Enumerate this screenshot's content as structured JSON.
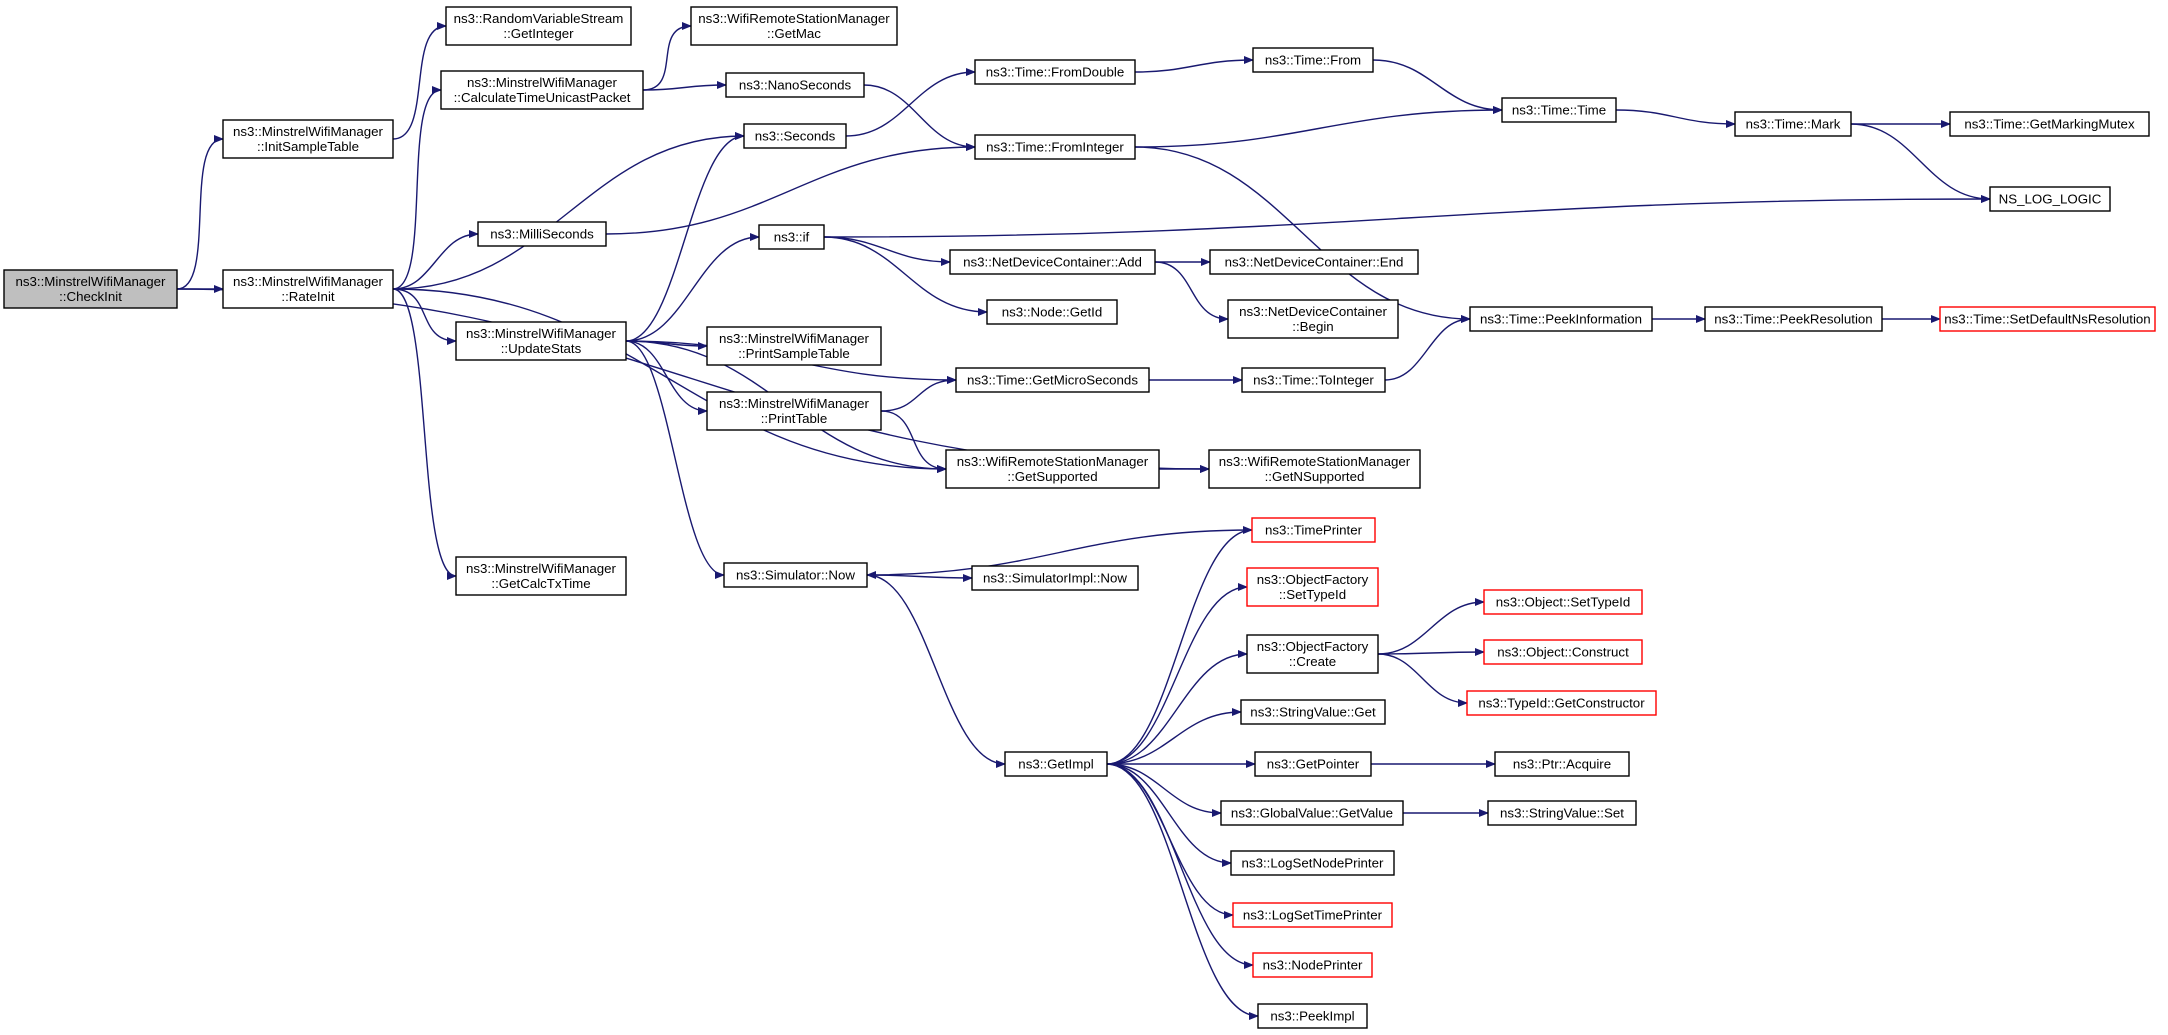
{
  "colors": {
    "edge": "#191970",
    "node_border": "#000000",
    "node_fill": "#ffffff",
    "root_fill": "#bfbfbf",
    "truncated_border": "#ff0000"
  },
  "nodes": [
    {
      "id": "checkinit",
      "lines": [
        "ns3::MinstrelWifiManager",
        "::CheckInit"
      ],
      "style": "root"
    },
    {
      "id": "initsample",
      "lines": [
        "ns3::MinstrelWifiManager",
        "::InitSampleTable"
      ],
      "style": "normal"
    },
    {
      "id": "rateinit",
      "lines": [
        "ns3::MinstrelWifiManager",
        "::RateInit"
      ],
      "style": "normal"
    },
    {
      "id": "rvs_getint",
      "lines": [
        "ns3::RandomVariableStream",
        "::GetInteger"
      ],
      "style": "normal"
    },
    {
      "id": "calc_unicast",
      "lines": [
        "ns3::MinstrelWifiManager",
        "::CalculateTimeUnicastPacket"
      ],
      "style": "normal"
    },
    {
      "id": "millisec",
      "lines": [
        "ns3::MilliSeconds"
      ],
      "style": "normal"
    },
    {
      "id": "updatestats",
      "lines": [
        "ns3::MinstrelWifiManager",
        "::UpdateStats"
      ],
      "style": "normal"
    },
    {
      "id": "getcalctx",
      "lines": [
        "ns3::MinstrelWifiManager",
        "::GetCalcTxTime"
      ],
      "style": "normal"
    },
    {
      "id": "getmac",
      "lines": [
        "ns3::WifiRemoteStationManager",
        "::GetMac"
      ],
      "style": "normal"
    },
    {
      "id": "nanosec",
      "lines": [
        "ns3::NanoSeconds"
      ],
      "style": "normal"
    },
    {
      "id": "seconds",
      "lines": [
        "ns3::Seconds"
      ],
      "style": "normal"
    },
    {
      "id": "ns3if",
      "lines": [
        "ns3::if"
      ],
      "style": "normal"
    },
    {
      "id": "printsample",
      "lines": [
        "ns3::MinstrelWifiManager",
        "::PrintSampleTable"
      ],
      "style": "normal"
    },
    {
      "id": "printtable",
      "lines": [
        "ns3::MinstrelWifiManager",
        "::PrintTable"
      ],
      "style": "normal"
    },
    {
      "id": "simnow",
      "lines": [
        "ns3::Simulator::Now"
      ],
      "style": "normal"
    },
    {
      "id": "fromdouble",
      "lines": [
        "ns3::Time::FromDouble"
      ],
      "style": "normal"
    },
    {
      "id": "frominteger",
      "lines": [
        "ns3::Time::FromInteger"
      ],
      "style": "normal"
    },
    {
      "id": "ndc_add",
      "lines": [
        "ns3::NetDeviceContainer::Add"
      ],
      "style": "normal"
    },
    {
      "id": "node_getid",
      "lines": [
        "ns3::Node::GetId"
      ],
      "style": "normal"
    },
    {
      "id": "getmicro",
      "lines": [
        "ns3::Time::GetMicroSeconds"
      ],
      "style": "normal"
    },
    {
      "id": "getsupported",
      "lines": [
        "ns3::WifiRemoteStationManager",
        "::GetSupported"
      ],
      "style": "normal"
    },
    {
      "id": "simimplnow",
      "lines": [
        "ns3::SimulatorImpl::Now"
      ],
      "style": "normal"
    },
    {
      "id": "getimpl",
      "lines": [
        "ns3::GetImpl"
      ],
      "style": "normal"
    },
    {
      "id": "timefrom",
      "lines": [
        "ns3::Time::From"
      ],
      "style": "normal"
    },
    {
      "id": "ndc_end",
      "lines": [
        "ns3::NetDeviceContainer::End"
      ],
      "style": "normal"
    },
    {
      "id": "ndc_begin",
      "lines": [
        "ns3::NetDeviceContainer",
        "::Begin"
      ],
      "style": "normal"
    },
    {
      "id": "tointeger",
      "lines": [
        "ns3::Time::ToInteger"
      ],
      "style": "normal"
    },
    {
      "id": "getnsupported",
      "lines": [
        "ns3::WifiRemoteStationManager",
        "::GetNSupported"
      ],
      "style": "normal"
    },
    {
      "id": "timeprinter",
      "lines": [
        "ns3::TimePrinter"
      ],
      "style": "truncated"
    },
    {
      "id": "of_settypeid",
      "lines": [
        "ns3::ObjectFactory",
        "::SetTypeId"
      ],
      "style": "truncated"
    },
    {
      "id": "of_create",
      "lines": [
        "ns3::ObjectFactory",
        "::Create"
      ],
      "style": "normal"
    },
    {
      "id": "sv_get",
      "lines": [
        "ns3::StringValue::Get"
      ],
      "style": "normal"
    },
    {
      "id": "getpointer",
      "lines": [
        "ns3::GetPointer"
      ],
      "style": "normal"
    },
    {
      "id": "gv_getvalue",
      "lines": [
        "ns3::GlobalValue::GetValue"
      ],
      "style": "normal"
    },
    {
      "id": "logsetnode",
      "lines": [
        "ns3::LogSetNodePrinter"
      ],
      "style": "normal"
    },
    {
      "id": "logsettime",
      "lines": [
        "ns3::LogSetTimePrinter"
      ],
      "style": "truncated"
    },
    {
      "id": "nodeprinter",
      "lines": [
        "ns3::NodePrinter"
      ],
      "style": "truncated"
    },
    {
      "id": "peekimpl",
      "lines": [
        "ns3::PeekImpl"
      ],
      "style": "normal"
    },
    {
      "id": "timetime",
      "lines": [
        "ns3::Time::Time"
      ],
      "style": "normal"
    },
    {
      "id": "peekinfo",
      "lines": [
        "ns3::Time::PeekInformation"
      ],
      "style": "normal"
    },
    {
      "id": "obj_settypeid",
      "lines": [
        "ns3::Object::SetTypeId"
      ],
      "style": "truncated"
    },
    {
      "id": "obj_construct",
      "lines": [
        "ns3::Object::Construct"
      ],
      "style": "truncated"
    },
    {
      "id": "typeid_getctor",
      "lines": [
        "ns3::TypeId::GetConstructor"
      ],
      "style": "truncated"
    },
    {
      "id": "ptr_acquire",
      "lines": [
        "ns3::Ptr::Acquire"
      ],
      "style": "normal"
    },
    {
      "id": "sv_set",
      "lines": [
        "ns3::StringValue::Set"
      ],
      "style": "normal"
    },
    {
      "id": "timemark",
      "lines": [
        "ns3::Time::Mark"
      ],
      "style": "normal"
    },
    {
      "id": "peekres",
      "lines": [
        "ns3::Time::PeekResolution"
      ],
      "style": "normal"
    },
    {
      "id": "getmarkingmutex",
      "lines": [
        "ns3::Time::GetMarkingMutex"
      ],
      "style": "normal"
    },
    {
      "id": "nslog",
      "lines": [
        "NS_LOG_LOGIC"
      ],
      "style": "normal"
    },
    {
      "id": "setdefres",
      "lines": [
        "ns3::Time::SetDefaultNsResolution"
      ],
      "style": "truncated"
    }
  ],
  "edges": [
    [
      "checkinit",
      "initsample"
    ],
    [
      "checkinit",
      "rateinit"
    ],
    [
      "checkinit",
      "getnsupported"
    ],
    [
      "initsample",
      "rvs_getint"
    ],
    [
      "rateinit",
      "calc_unicast"
    ],
    [
      "rateinit",
      "seconds"
    ],
    [
      "rateinit",
      "millisec"
    ],
    [
      "rateinit",
      "updatestats"
    ],
    [
      "rateinit",
      "getsupported"
    ],
    [
      "rateinit",
      "getcalctx"
    ],
    [
      "calc_unicast",
      "getmac"
    ],
    [
      "calc_unicast",
      "nanosec"
    ],
    [
      "nanosec",
      "frominteger"
    ],
    [
      "millisec",
      "frominteger"
    ],
    [
      "updatestats",
      "seconds"
    ],
    [
      "updatestats",
      "ns3if"
    ],
    [
      "updatestats",
      "getmicro"
    ],
    [
      "updatestats",
      "printsample"
    ],
    [
      "updatestats",
      "printtable"
    ],
    [
      "updatestats",
      "getsupported"
    ],
    [
      "updatestats",
      "simnow"
    ],
    [
      "seconds",
      "fromdouble"
    ],
    [
      "fromdouble",
      "timefrom"
    ],
    [
      "timefrom",
      "timetime"
    ],
    [
      "frominteger",
      "timetime"
    ],
    [
      "frominteger",
      "peekinfo"
    ],
    [
      "timetime",
      "timemark"
    ],
    [
      "timemark",
      "getmarkingmutex"
    ],
    [
      "timemark",
      "nslog"
    ],
    [
      "ns3if",
      "nslog"
    ],
    [
      "ns3if",
      "ndc_add"
    ],
    [
      "ns3if",
      "node_getid"
    ],
    [
      "ndc_add",
      "ndc_end"
    ],
    [
      "ndc_add",
      "ndc_begin"
    ],
    [
      "printtable",
      "getmicro"
    ],
    [
      "printtable",
      "getsupported"
    ],
    [
      "getmicro",
      "tointeger"
    ],
    [
      "tointeger",
      "peekinfo"
    ],
    [
      "peekinfo",
      "peekres"
    ],
    [
      "peekres",
      "setdefres"
    ],
    [
      "getsupported",
      "getnsupported"
    ],
    [
      "timeprinter",
      "simnow"
    ],
    [
      "simnow",
      "simimplnow"
    ],
    [
      "simnow",
      "getimpl"
    ],
    [
      "getimpl",
      "timeprinter"
    ],
    [
      "getimpl",
      "of_settypeid"
    ],
    [
      "getimpl",
      "of_create"
    ],
    [
      "getimpl",
      "sv_get"
    ],
    [
      "getimpl",
      "getpointer"
    ],
    [
      "getimpl",
      "gv_getvalue"
    ],
    [
      "getimpl",
      "logsetnode"
    ],
    [
      "getimpl",
      "logsettime"
    ],
    [
      "getimpl",
      "nodeprinter"
    ],
    [
      "getimpl",
      "peekimpl"
    ],
    [
      "of_create",
      "obj_settypeid"
    ],
    [
      "of_create",
      "obj_construct"
    ],
    [
      "of_create",
      "typeid_getctor"
    ],
    [
      "getpointer",
      "ptr_acquire"
    ],
    [
      "gv_getvalue",
      "sv_set"
    ]
  ]
}
